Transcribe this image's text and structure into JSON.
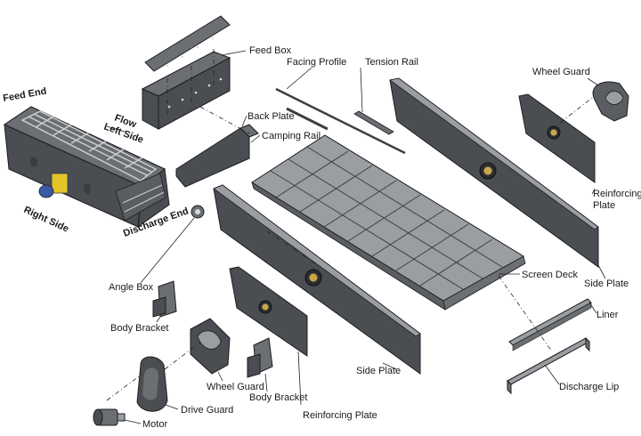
{
  "labels": {
    "feed_box": "Feed Box",
    "facing_profile": "Facing Profile",
    "tension_rail": "Tension Rail",
    "wheel_guard_top": "Wheel Guard",
    "feed_end": "Feed End",
    "flow": "Flow",
    "left_side": "Left Side",
    "back_plate": "Back Plate",
    "camping_rail": "Camping Rail",
    "reinforcing_plate_right": "Reinforcing Plate",
    "right_side": "Right Side",
    "discharge_end": "Discharge End",
    "screen_deck": "Screen Deck",
    "side_plate_right": "Side Plate",
    "angle_box": "Angle Box",
    "liner": "Liner",
    "body_bracket_left": "Body Bracket",
    "side_plate_bottom": "Side Plate",
    "discharge_lip": "Discharge Lip",
    "wheel_guard_bottom": "Wheel Guard",
    "drive_guard": "Drive Guard",
    "body_bracket_bottom": "Body Bracket",
    "reinforcing_plate_bottom": "Reinforcing Plate",
    "motor": "Motor"
  },
  "colors": {
    "steel_dark": "#4a4d52",
    "steel_mid": "#6b6e73",
    "steel_light": "#9a9da2",
    "motor_yellow": "#e3c52a",
    "motor_blue": "#3a5aa8"
  }
}
